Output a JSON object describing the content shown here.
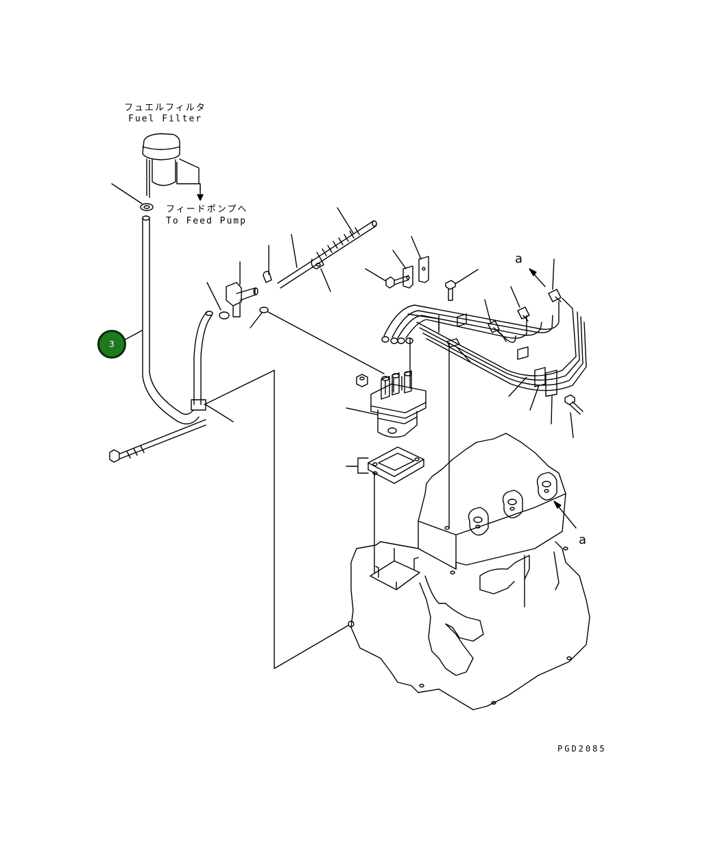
{
  "labels": {
    "fuel_filter_jp": "フュエルフィルタ",
    "fuel_filter_en": "Fuel Filter",
    "feed_pump_jp": "フィードポンプへ",
    "feed_pump_en": "To Feed Pump",
    "view_a_top": "a",
    "view_a_bottom": "a",
    "drawing_code": "PGD2085"
  },
  "callouts": [
    {
      "number": "3",
      "color": "#1d7a1d"
    }
  ]
}
